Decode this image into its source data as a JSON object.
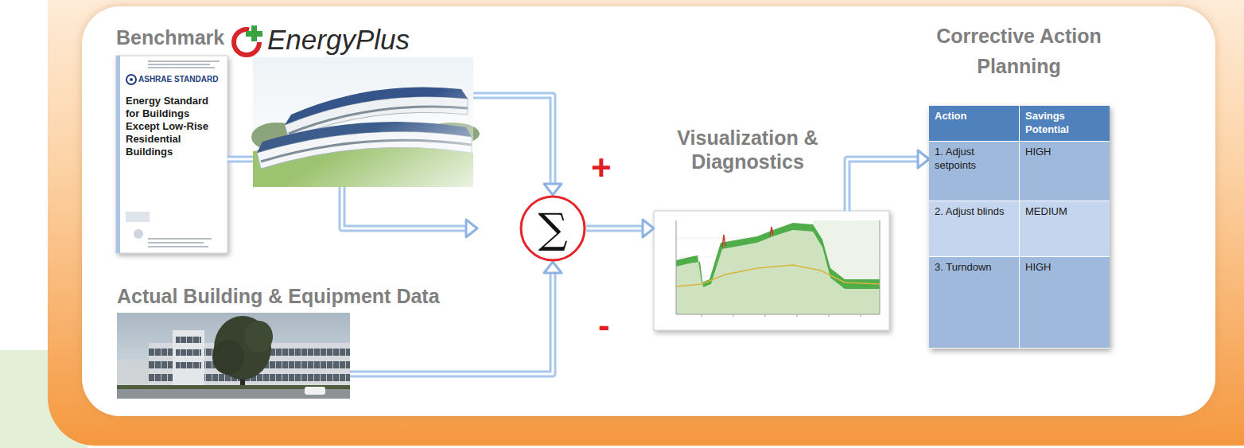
{
  "diagram": {
    "nodes": [
      {
        "text": [
          "Benchmark",
          "ASHRAE STANDARD",
          "Energy Standard for Buildings Except Low-Rise Residential Buildings"
        ]
      },
      {
        "text": [
          "EnergyPlus"
        ]
      },
      {
        "text": [
          "Actual Building & Equipment Data"
        ]
      },
      {
        "text": [
          "∑"
        ]
      },
      {
        "text": [
          "Visualization & Diagnostics"
        ]
      },
      {
        "text": [
          "Corrective Action Planning"
        ]
      }
    ],
    "edges": [
      {
        "from": 0,
        "to": 1,
        "arrow": "none"
      },
      {
        "from": 1,
        "to": 3,
        "arrow": "to"
      },
      {
        "from": 2,
        "to": 3,
        "arrow": "to"
      },
      {
        "from": 3,
        "to": 4,
        "arrow": "to"
      },
      {
        "from": 4,
        "to": 5,
        "arrow": "to"
      }
    ],
    "labels": [
      "Action",
      "Savings Potential",
      "1. Adjust setpoints",
      "HIGH",
      "2. Adjust blinds",
      "MEDIUM",
      "3. Turndown",
      "HIGH",
      "+",
      "-"
    ]
  }
}
